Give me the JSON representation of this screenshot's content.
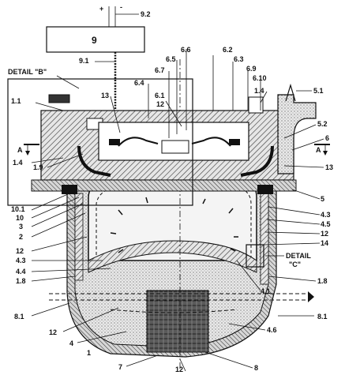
{
  "box_label": "9",
  "supply_label": "9.2",
  "supply_plus": "+",
  "supply_minus": "-",
  "detail_b": "DETAIL \"B\"",
  "detail_c": [
    "DETAIL",
    "\"C\""
  ],
  "section_a_left": "A",
  "section_a_right": "A",
  "labels": {
    "l_9_1": "9.1",
    "l_6_6": "6.6",
    "l_6_5": "6.5",
    "l_6_7": "6.7",
    "l_6_4": "6.4",
    "l_6_1": "6.1",
    "l_12_top": "12",
    "l_13_top": "13",
    "l_6_2": "6.2",
    "l_6_3": "6.3",
    "l_6_9": "6.9",
    "l_6_10": "6.10",
    "l_1_4_top": "1.4",
    "l_5_1": "5.1",
    "l_1_1": "1.1",
    "l_5_2": "5.2",
    "l_6": "6",
    "l_1_9": "1.9",
    "l_13_right": "13",
    "l_1_4_left": "1.4",
    "l_5": "5",
    "l_10_1": "10.1",
    "l_10": "10",
    "l_3": "3",
    "l_2": "2",
    "l_4_3_right": "4.3",
    "l_4_5": "4.5",
    "l_12_right": "12",
    "l_14": "14",
    "l_12_left": "12",
    "l_4_3_left": "4.3",
    "l_4_4": "4.4",
    "l_1_8_left": "1.8",
    "l_1_8_right": "1.8",
    "l_8_1_left": "8.1",
    "l_8_1_right": "8.1",
    "l_4_1": "4.1",
    "l_12_lower": "12",
    "l_4": "4",
    "l_4_6": "4.6",
    "l_1": "1",
    "l_7": "7",
    "l_12_bottom": "12",
    "l_8": "8"
  }
}
